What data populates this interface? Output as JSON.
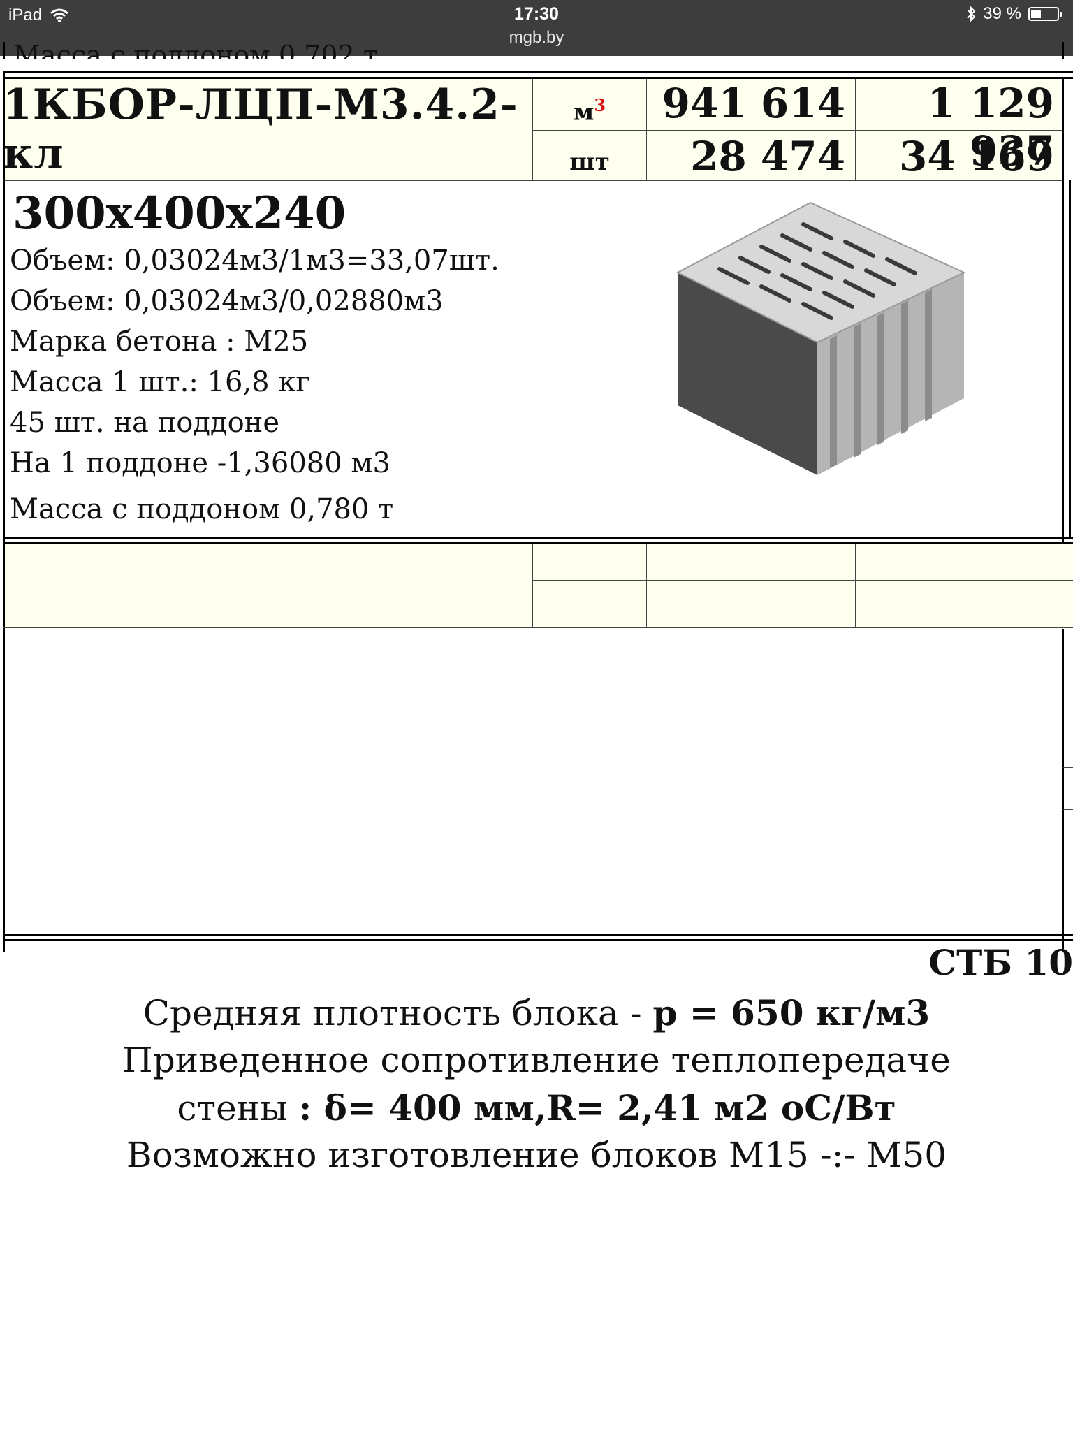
{
  "status_bar": {
    "device": "iPad",
    "time": "17:30",
    "url": "mgb.by",
    "battery": "39 %",
    "battery_level": 0.39
  },
  "top_clipped_text": "Масса с поддоном 0,702 т",
  "product": {
    "model": "1КБОР-ЛЦП-М3.4.2-кл",
    "unit_m3": "м",
    "unit_m3_sup": "3",
    "unit_pcs": "шт",
    "price_m3_1": "941 614",
    "price_m3_2": "1 129 937",
    "price_pcs_1": "28 474",
    "price_pcs_2": "34 169",
    "dimensions": "300x400x240",
    "specs": [
      "Объем: 0,03024м3/1м3=33,07шт.",
      "Объем: 0,03024м3/0,02880м3",
      "Марка бетона : М25",
      "Масса 1 шт.: 16,8 кг",
      "45 шт. на поддоне",
      "На 1 поддоне -1,36080 м3",
      "Масса с поддоном 0,780 т"
    ]
  },
  "standard": "СТБ 10",
  "notes": {
    "line1_a": "Средняя плотность блока - ",
    "line1_b": "р = 650 кг/м3",
    "line2": "Приведенное сопротивление теплопередаче",
    "line3_a": "стены ",
    "line3_b": ": δ= 400 мм,R= 2,41 м2 оС/Вт",
    "line4": "Возможно изготовление блоков М15 -:- М50"
  },
  "icons": [
    "wifi-icon",
    "bluetooth-icon",
    "battery-icon"
  ]
}
